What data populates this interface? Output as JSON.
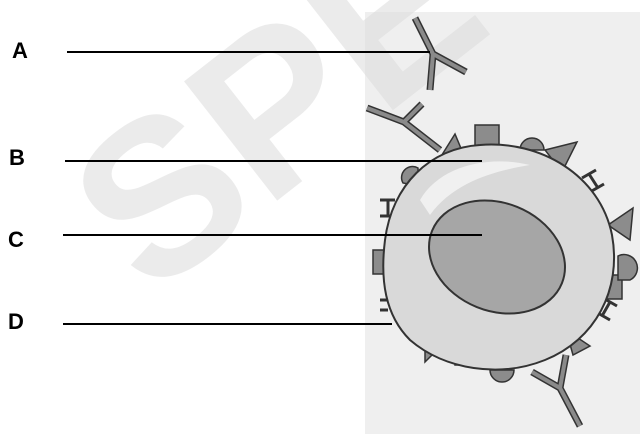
{
  "labels": {
    "a": "A",
    "b": "B",
    "c": "C",
    "d": "D"
  },
  "watermark": "SPEC",
  "colors": {
    "background_panel": "#efefef",
    "cell_body": "#d9d9d9",
    "cell_outline": "#333333",
    "nucleus": "#a6a6a6",
    "receptor": "#8c8c8c",
    "antibody": "#8a8a8a",
    "leader_line": "#000000",
    "watermark": "#dcdcdc"
  },
  "icons": {
    "antibody": "y-shaped-antibody-icon",
    "cell": "lymphocyte-cell-icon"
  }
}
